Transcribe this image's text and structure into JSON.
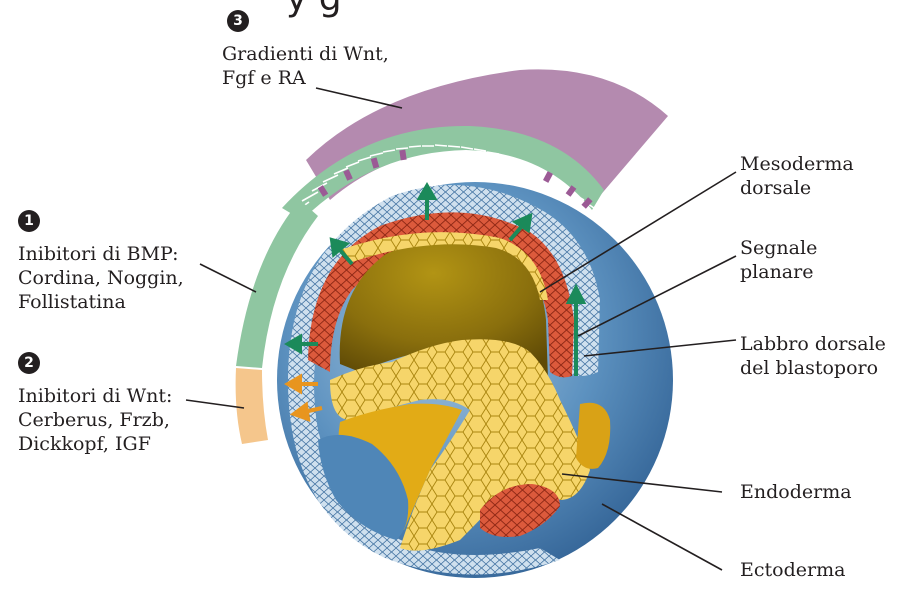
{
  "header_fragment": "y          g",
  "badges": {
    "one": "1",
    "two": "2",
    "three": "3"
  },
  "labels": {
    "wnt_gradient": [
      "Gradienti di Wnt,",
      "Fgf e RA"
    ],
    "bmp_inhibitors": [
      "Inibitori di BMP:",
      "Cordina, Noggin,",
      "Follistatina"
    ],
    "wnt_inhibitors": [
      "Inibitori di Wnt:",
      "Cerberus, Frzb,",
      "Dickkopf, IGF"
    ],
    "dorsal_mesoderm": [
      "Mesoderma",
      "dorsale"
    ],
    "planar_signal": [
      "Segnale",
      "planare"
    ],
    "dorsal_lip": [
      "Labbro dorsale",
      "del blastoporo"
    ],
    "endoderm": [
      "Endoderma"
    ],
    "ectoderm": [
      "Ectoderma"
    ]
  },
  "colors": {
    "gradient_purple": "#b48aaf",
    "bmp_green": "#8fc6a1",
    "wnt_orange": "#f5c68c",
    "ectoderm_blue": "#4f86b7",
    "mesoderm_red": "#d9553a",
    "endoderm_yellow": "#f4cd5c",
    "arrow_green": "#1b8a5a",
    "arrow_orange": "#e8951f"
  }
}
